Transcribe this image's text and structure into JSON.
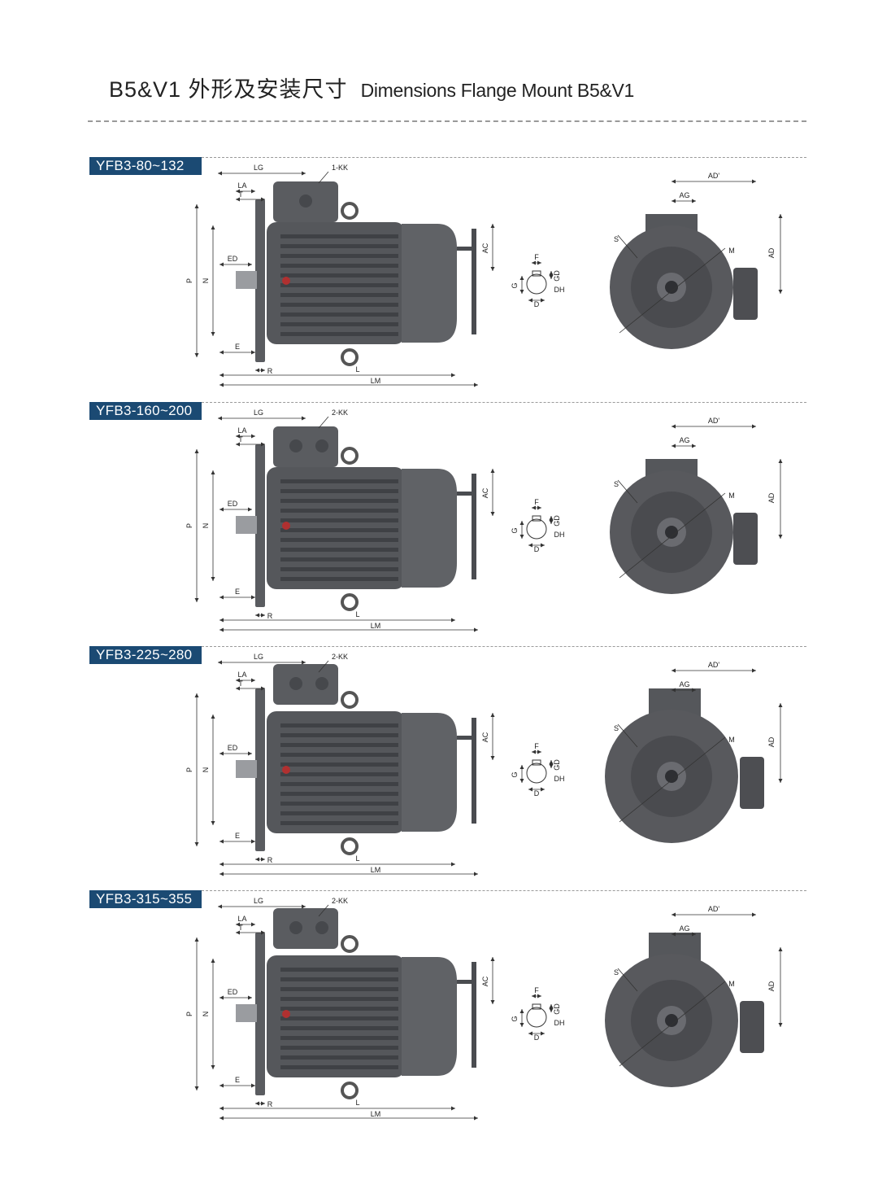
{
  "page": {
    "title_cn": "B5&V1 外形及安装尺寸",
    "title_en": "Dimensions Flange Mount B5&V1"
  },
  "labels": {
    "LG": "LG",
    "LA": "LA",
    "T": "T",
    "ED": "ED",
    "E": "E",
    "R": "R",
    "L": "L",
    "LM": "LM",
    "P": "P",
    "N": "N",
    "AC": "AC",
    "F": "F",
    "GD": "GD",
    "G": "G",
    "D": "D",
    "DH": "DH",
    "AD_prime": "AD'",
    "AG": "AG",
    "AD": "AD",
    "S": "S",
    "M": "M"
  },
  "sections": [
    {
      "id": "s1",
      "label": "YFB3-80~132",
      "kk": "1-KK"
    },
    {
      "id": "s2",
      "label": "YFB3-160~200",
      "kk": "2-KK"
    },
    {
      "id": "s3",
      "label": "YFB3-225~280",
      "kk": "2-KK"
    },
    {
      "id": "s4",
      "label": "YFB3-315~355",
      "kk": "2-KK"
    }
  ]
}
